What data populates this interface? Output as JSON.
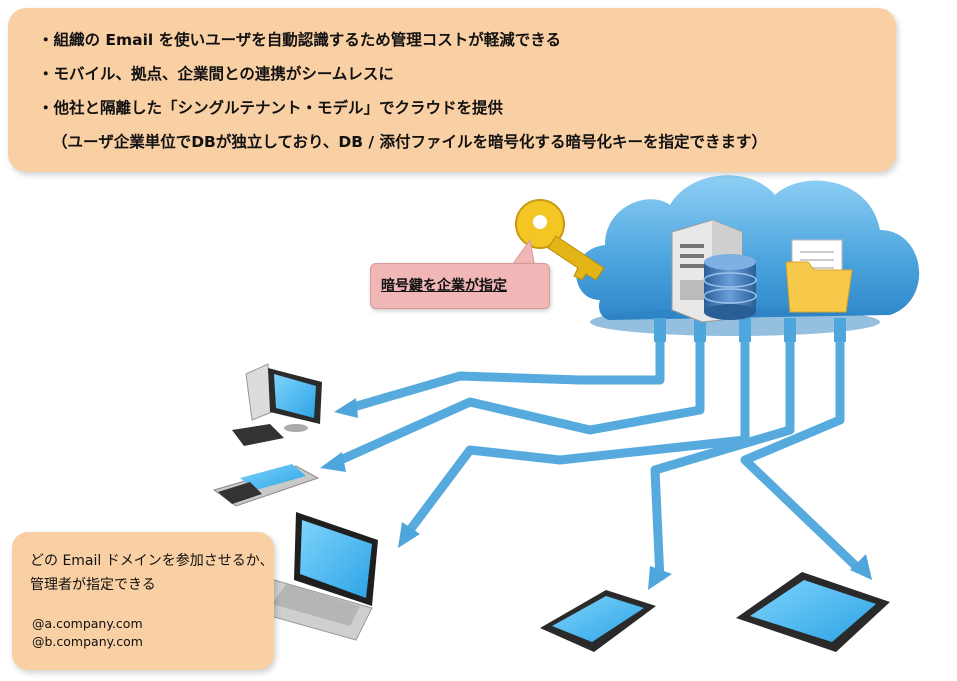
{
  "features": {
    "line1": "・組織の Email を使いユーザを自動認識するため管理コストが軽減できる",
    "line2": "・モバイル、拠点、企業間との連携がシームレスに",
    "line3": "・他社と隔離した「シングルテナント・モデル」でクラウドを提供",
    "line4": "（ユーザ企業単位でDBが独立しており、DB / 添付ファイルを暗号化する暗号化キーを指定できます）"
  },
  "key_label": "暗号鍵を企業が指定",
  "domain_box": {
    "line1": "どの Email ドメインを参加させるか、",
    "line2": "管理者が指定できる",
    "domain1": "@a.company.com",
    "domain2": "@b.company.com"
  },
  "colors": {
    "feature_box": "#f9cfa4",
    "key_label_box": "#f1b6b6",
    "cloud": "#5aaee0",
    "arrow": "#4ea6dc",
    "screen": "#4ab8f0",
    "key": "#f3c623"
  },
  "icons": [
    "cloud-icon",
    "server-icon",
    "database-icon",
    "folder-icon",
    "key-icon",
    "desktop-pc-icon",
    "keyboard-icon",
    "feature-phone-icon",
    "laptop-icon",
    "smartphone-icon",
    "tablet-icon"
  ]
}
